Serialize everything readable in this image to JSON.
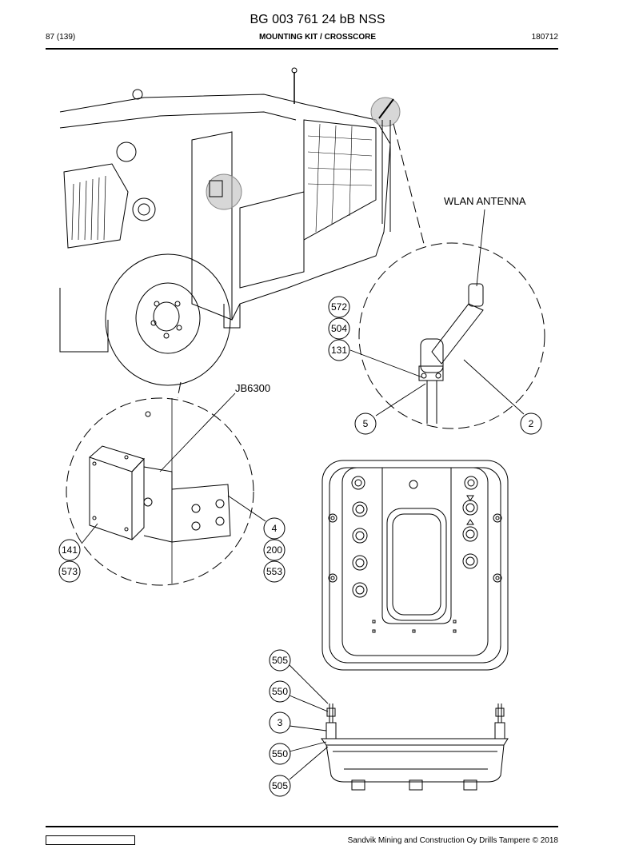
{
  "header": {
    "title": "BG 003 761 24 bB NSS",
    "page": "87 (139)",
    "subtitle": "MOUNTING KIT / CROSSCORE",
    "code": "180712"
  },
  "labels": {
    "wlan": "WLAN ANTENNA",
    "jb": "JB6300"
  },
  "callouts": {
    "c572": "572",
    "c504": "504",
    "c131": "131",
    "c5": "5",
    "c2": "2",
    "c4": "4",
    "c200": "200",
    "c553": "553",
    "c141": "141",
    "c573": "573",
    "c505a": "505",
    "c550a": "550",
    "c3": "3",
    "c550b": "550",
    "c505b": "505"
  },
  "footer": {
    "text": "Sandvik Mining and Construction Oy Drills Tampere © 2018"
  }
}
